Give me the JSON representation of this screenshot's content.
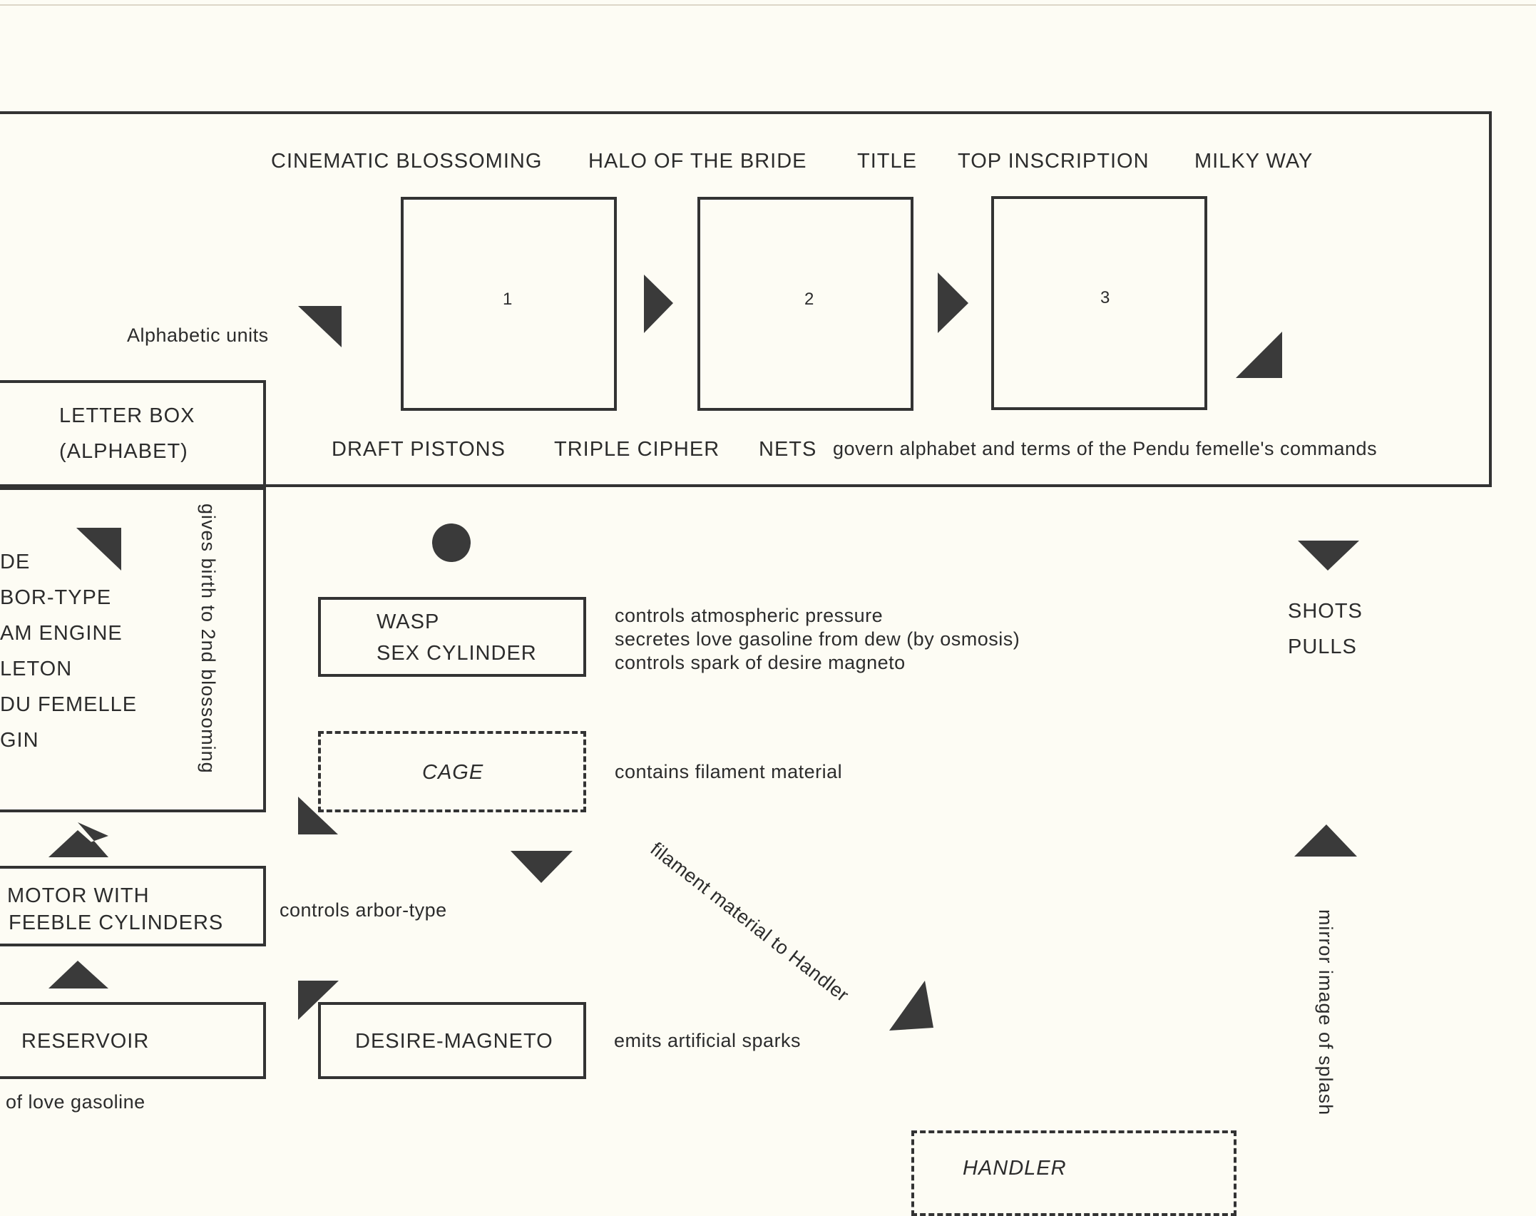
{
  "top_labels": [
    "CINEMATIC BLOSSOMING",
    "HALO OF THE BRIDE",
    "TITLE",
    "TOP INSCRIPTION",
    "MILKY WAY"
  ],
  "panels": [
    "1",
    "2",
    "3"
  ],
  "alphabetic_units": "Alphabetic units",
  "bottom_labels": {
    "draft_pistons": "DRAFT PISTONS",
    "triple_cipher": "TRIPLE CIPHER",
    "nets": "NETS",
    "govern": "govern alphabet and terms of the Pendu femelle's commands"
  },
  "letter_box": {
    "line1": "LETTER BOX",
    "line2": "(ALPHABET)"
  },
  "left_list": [
    "DE",
    "BOR-TYPE",
    "AM ENGINE",
    "LETON",
    "DU FEMELLE",
    "GIN"
  ],
  "gives_birth": "gives birth to 2nd blossoming",
  "wasp": {
    "line1": "WASP",
    "line2": "SEX CYLINDER",
    "notes": [
      "controls atmospheric pressure",
      "secretes love gasoline from dew (by osmosis)",
      "controls spark of desire magneto"
    ]
  },
  "cage": {
    "label": "CAGE",
    "note": "contains filament material"
  },
  "motor": {
    "line1": "MOTOR WITH",
    "line2": "FEEBLE CYLINDERS",
    "note": "controls arbor-type"
  },
  "reservoir": {
    "label": "RESERVOIR",
    "note": "of love gasoline"
  },
  "desire_magneto": {
    "label": "DESIRE-MAGNETO",
    "note": "emits artificial sparks"
  },
  "filament_label": "filament material to Handler",
  "shots": "SHOTS",
  "pulls": "PULLS",
  "mirror": "mirror image of splash",
  "handler": "HANDLER",
  "colors": {
    "paper": "#fdfcf4",
    "ink": "#333333"
  }
}
